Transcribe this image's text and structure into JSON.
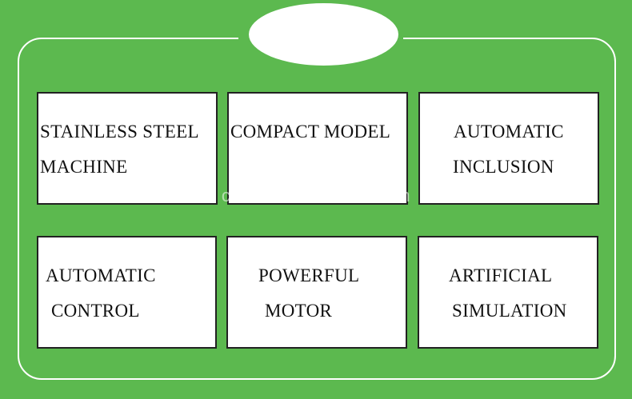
{
  "cards": [
    {
      "line1": "STAINLESS STEEL",
      "line2": "MACHINE"
    },
    {
      "line1": "COMPACT MODEL",
      "line2": ""
    },
    {
      "line1": "AUTOMATIC",
      "line2": "INCLUSION"
    },
    {
      "line1": "AUTOMATIC",
      "line2": "CONTROL"
    },
    {
      "line1": "POWERFUL",
      "line2": "MOTOR"
    },
    {
      "line1": "ARTIFICIAL",
      "line2": "SIMULATION"
    }
  ],
  "watermark": "chinafoodmachine.com",
  "colors": {
    "background": "#5cb94f",
    "card": "#ffffff",
    "border": "#222222"
  }
}
